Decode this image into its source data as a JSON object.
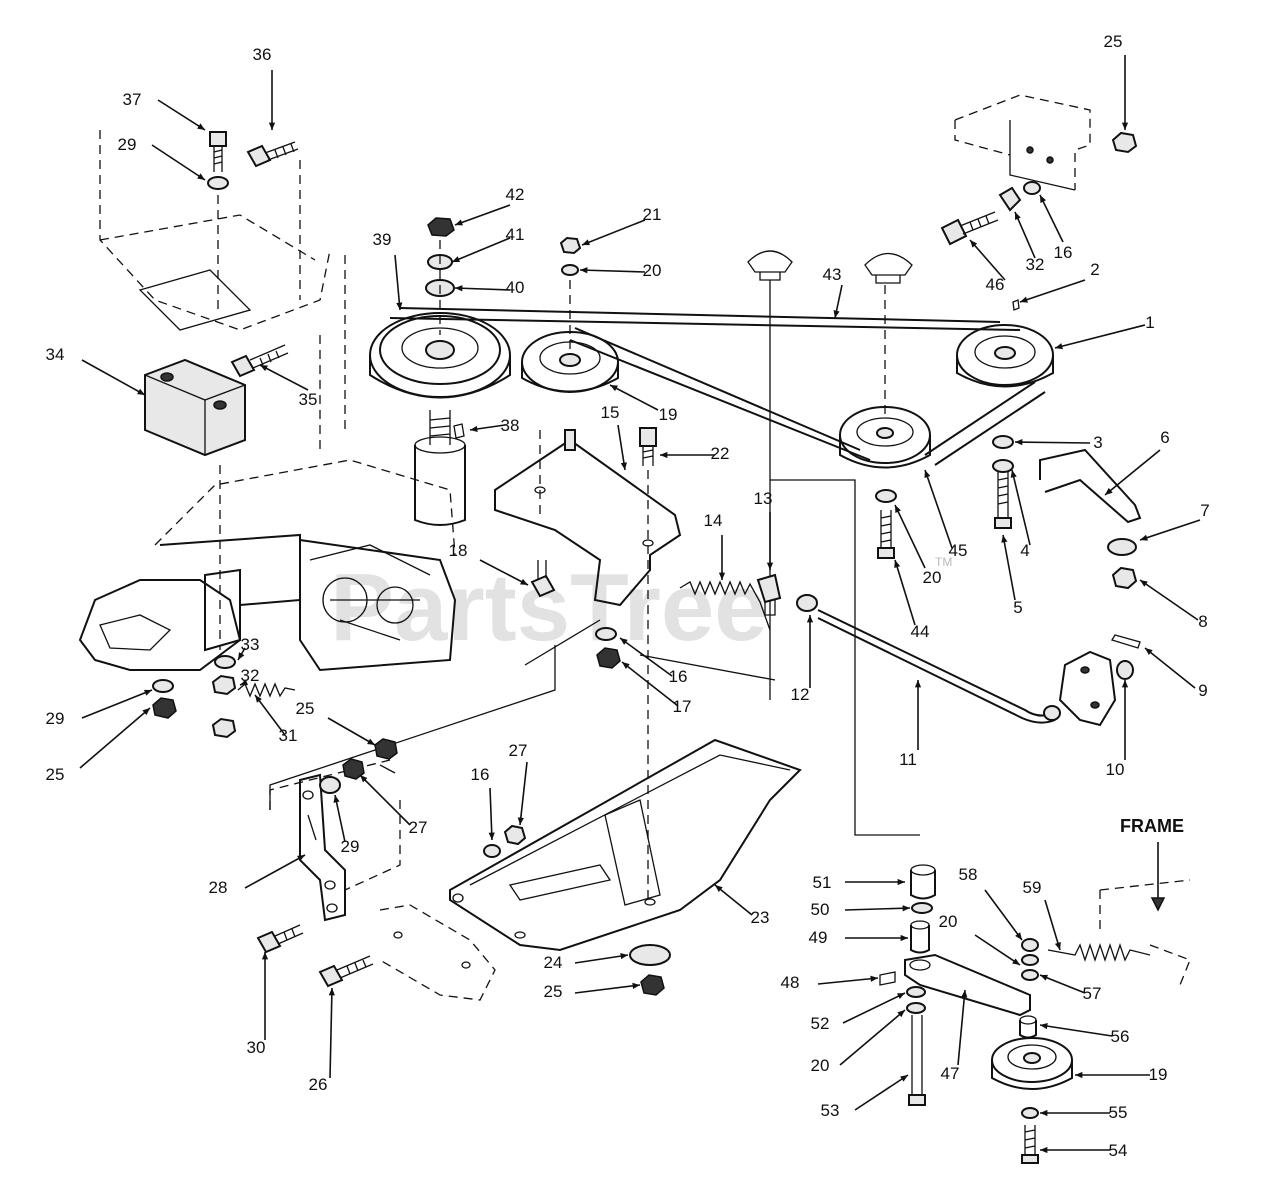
{
  "diagram": {
    "watermark": "PartsTree",
    "trademark": "TM",
    "frame_label": "FRAME",
    "callouts": [
      {
        "id": "c-36",
        "text": "36"
      },
      {
        "id": "c-37",
        "text": "37"
      },
      {
        "id": "c-29a",
        "text": "29"
      },
      {
        "id": "c-34",
        "text": "34"
      },
      {
        "id": "c-35",
        "text": "35"
      },
      {
        "id": "c-39",
        "text": "39"
      },
      {
        "id": "c-42",
        "text": "42"
      },
      {
        "id": "c-41",
        "text": "41"
      },
      {
        "id": "c-40",
        "text": "40"
      },
      {
        "id": "c-21",
        "text": "21"
      },
      {
        "id": "c-20a",
        "text": "20"
      },
      {
        "id": "c-43",
        "text": "43"
      },
      {
        "id": "c-25a",
        "text": "25"
      },
      {
        "id": "c-46",
        "text": "46"
      },
      {
        "id": "c-32a",
        "text": "32"
      },
      {
        "id": "c-16a",
        "text": "16"
      },
      {
        "id": "c-2",
        "text": "2"
      },
      {
        "id": "c-1",
        "text": "1"
      },
      {
        "id": "c-38",
        "text": "38"
      },
      {
        "id": "c-19a",
        "text": "19"
      },
      {
        "id": "c-15",
        "text": "15"
      },
      {
        "id": "c-22",
        "text": "22"
      },
      {
        "id": "c-3",
        "text": "3"
      },
      {
        "id": "c-6",
        "text": "6"
      },
      {
        "id": "c-4",
        "text": "4"
      },
      {
        "id": "c-7",
        "text": "7"
      },
      {
        "id": "c-45",
        "text": "45"
      },
      {
        "id": "c-5",
        "text": "5"
      },
      {
        "id": "c-8",
        "text": "8"
      },
      {
        "id": "c-20b",
        "text": "20"
      },
      {
        "id": "c-44",
        "text": "44"
      },
      {
        "id": "c-13",
        "text": "13"
      },
      {
        "id": "c-14",
        "text": "14"
      },
      {
        "id": "c-18",
        "text": "18"
      },
      {
        "id": "c-16b",
        "text": "16"
      },
      {
        "id": "c-17",
        "text": "17"
      },
      {
        "id": "c-12",
        "text": "12"
      },
      {
        "id": "c-9",
        "text": "9"
      },
      {
        "id": "c-10",
        "text": "10"
      },
      {
        "id": "c-11",
        "text": "11"
      },
      {
        "id": "c-33",
        "text": "33"
      },
      {
        "id": "c-32b",
        "text": "32"
      },
      {
        "id": "c-29b",
        "text": "29"
      },
      {
        "id": "c-25b",
        "text": "25"
      },
      {
        "id": "c-31",
        "text": "31"
      },
      {
        "id": "c-25c",
        "text": "25"
      },
      {
        "id": "c-27a",
        "text": "27"
      },
      {
        "id": "c-29c",
        "text": "29"
      },
      {
        "id": "c-16c",
        "text": "16"
      },
      {
        "id": "c-27b",
        "text": "27"
      },
      {
        "id": "c-28",
        "text": "28"
      },
      {
        "id": "c-23",
        "text": "23"
      },
      {
        "id": "c-30",
        "text": "30"
      },
      {
        "id": "c-26",
        "text": "26"
      },
      {
        "id": "c-24",
        "text": "24"
      },
      {
        "id": "c-25d",
        "text": "25"
      },
      {
        "id": "c-51",
        "text": "51"
      },
      {
        "id": "c-50",
        "text": "50"
      },
      {
        "id": "c-49",
        "text": "49"
      },
      {
        "id": "c-48",
        "text": "48"
      },
      {
        "id": "c-52",
        "text": "52"
      },
      {
        "id": "c-20c",
        "text": "20"
      },
      {
        "id": "c-53",
        "text": "53"
      },
      {
        "id": "c-47",
        "text": "47"
      },
      {
        "id": "c-58",
        "text": "58"
      },
      {
        "id": "c-59",
        "text": "59"
      },
      {
        "id": "c-20d",
        "text": "20"
      },
      {
        "id": "c-57",
        "text": "57"
      },
      {
        "id": "c-56",
        "text": "56"
      },
      {
        "id": "c-19b",
        "text": "19"
      },
      {
        "id": "c-55",
        "text": "55"
      },
      {
        "id": "c-54",
        "text": "54"
      }
    ]
  }
}
